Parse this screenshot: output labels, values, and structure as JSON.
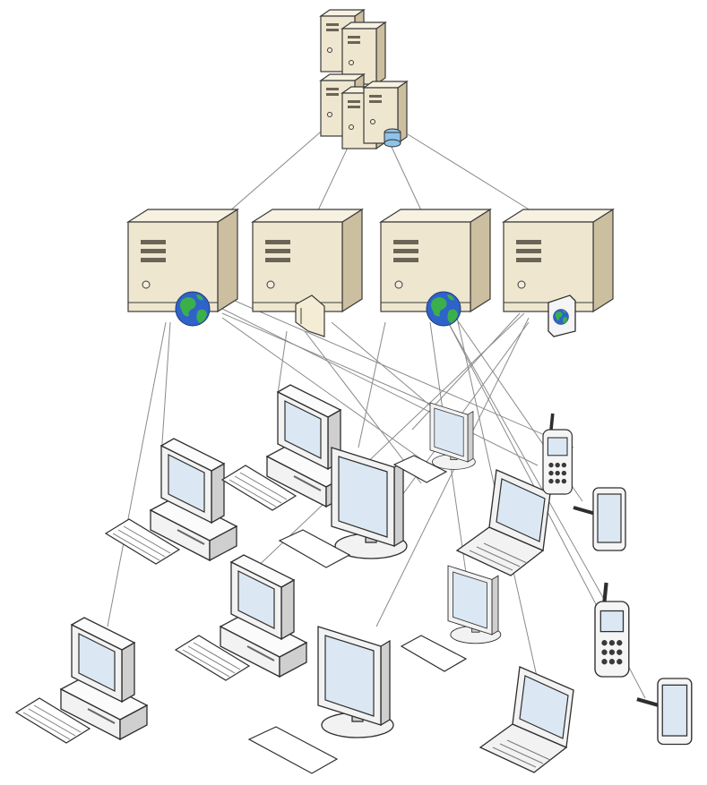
{
  "diagram": {
    "type": "network-topology",
    "server_cluster": {
      "icon": "server-cluster-icon",
      "has_database": true
    },
    "servers": [
      {
        "name": "web-server-1",
        "icon": "web-server-icon",
        "badge": "globe"
      },
      {
        "name": "file-server",
        "icon": "file-server-icon",
        "badge": "folder"
      },
      {
        "name": "web-server-2",
        "icon": "web-server-icon",
        "badge": "globe"
      },
      {
        "name": "web-page-server",
        "icon": "web-page-server-icon",
        "badge": "web-document"
      }
    ],
    "clients": [
      {
        "name": "desktop-pc-1",
        "icon": "desktop-computer-icon"
      },
      {
        "name": "desktop-pc-2",
        "icon": "desktop-computer-icon"
      },
      {
        "name": "desktop-pc-3",
        "icon": "desktop-computer-icon"
      },
      {
        "name": "desktop-pc-4",
        "icon": "desktop-computer-icon"
      },
      {
        "name": "lcd-monitor-1",
        "icon": "lcd-monitor-icon"
      },
      {
        "name": "lcd-monitor-2",
        "icon": "lcd-monitor-icon"
      },
      {
        "name": "lcd-monitor-3",
        "icon": "lcd-monitor-icon"
      },
      {
        "name": "lcd-monitor-4",
        "icon": "lcd-monitor-icon"
      },
      {
        "name": "laptop-1",
        "icon": "laptop-icon"
      },
      {
        "name": "laptop-2",
        "icon": "laptop-icon"
      },
      {
        "name": "cell-phone-1",
        "icon": "cell-phone-icon"
      },
      {
        "name": "cell-phone-2",
        "icon": "cell-phone-icon"
      },
      {
        "name": "tablet-1",
        "icon": "tablet-icon"
      },
      {
        "name": "tablet-2",
        "icon": "tablet-icon"
      }
    ],
    "colors": {
      "server": "#efe6cf",
      "computer": "#f2f2f2",
      "screen": "#dbe8f3",
      "link": "#8a8a8a",
      "globe_sea": "#2f63c9",
      "globe_land": "#3bb04a"
    }
  }
}
